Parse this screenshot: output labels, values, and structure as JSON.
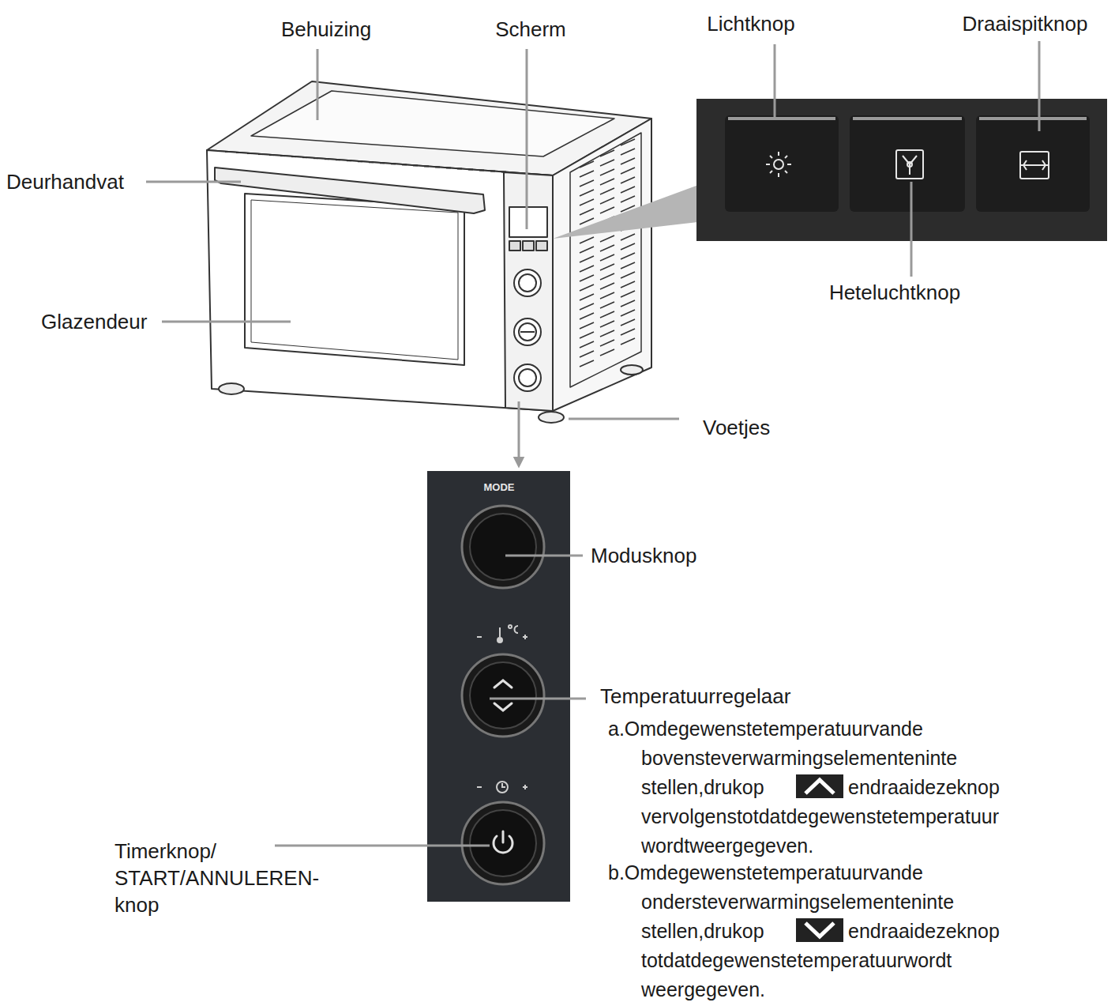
{
  "diagram": {
    "labels": [
      "Behuizing",
      "Scherm",
      "Lichtknop",
      "Draaispitknop",
      "Deurhandvat",
      "Glazendeur",
      "Heteluchtknop",
      "Voetjes",
      "MODE",
      "Modusknop",
      "Temperatuurregelaar",
      "a.Omdegewenstetemperatuurvande bovensteverwarmingselementeninte stellen,drukop",
      "endraaidezeknop vervolgenstotdatdegewenstetemperatuur wordtweergegeven.",
      "b.Omdegewenstetemperatuurvande ondersteverwarmingselementeninte stellen,drukop",
      "endraaidezeknop totdatdegewenstetemperatuurwordt weergegeven.",
      "Timerknop/ START/ANNULEREN-knop"
    ]
  }
}
